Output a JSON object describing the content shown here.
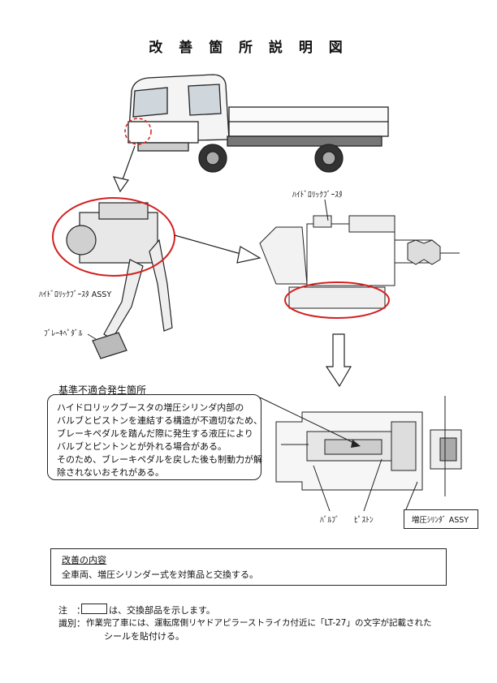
{
  "title": "改 善 箇 所 説 明 図",
  "labels": {
    "booster_top": "ﾊｲﾄﾞﾛﾘｯｸﾌﾞｰｽﾀ",
    "booster_assy": "ﾊｲﾄﾞﾛﾘｯｸﾌﾞｰｽﾀ ASSY",
    "brake_pedal": "ﾌﾞﾚｰｷﾍﾟﾀﾞﾙ",
    "valve": "ﾊﾞﾙﾌﾞ",
    "piston": "ﾋﾟｽﾄﾝ",
    "cylinder_assy": "増圧ｼﾘﾝﾀﾞ ASSY"
  },
  "callout": {
    "heading": "基準不適合発生箇所",
    "lines": [
      "ハイドロリックブースタの増圧シリンダ内部の",
      "バルブとピストンを連結する構造が不適切なため、",
      "ブレーキペダルを踏んだ際に発生する液圧により",
      "バルブとピントンとが外れる場合がある。",
      "そのため、ブレーキペダルを戻した後も制動力が解",
      "除されないおそれがある。"
    ]
  },
  "improvement": {
    "heading": "改善の内容",
    "body": "全車両、増圧シリンダー式を対策品と交換する。"
  },
  "notes": {
    "note_prefix": "注　：",
    "note_text": "は、交換部品を示します。",
    "ident_prefix": "識別：",
    "ident_line1": "作業完了車には、運転席側リヤドアピラーストライカ付近に「LT-27」の文字が記載された",
    "ident_line2": "シールを貼付ける。"
  },
  "colors": {
    "highlight": "#d42020",
    "ink": "#222222"
  }
}
